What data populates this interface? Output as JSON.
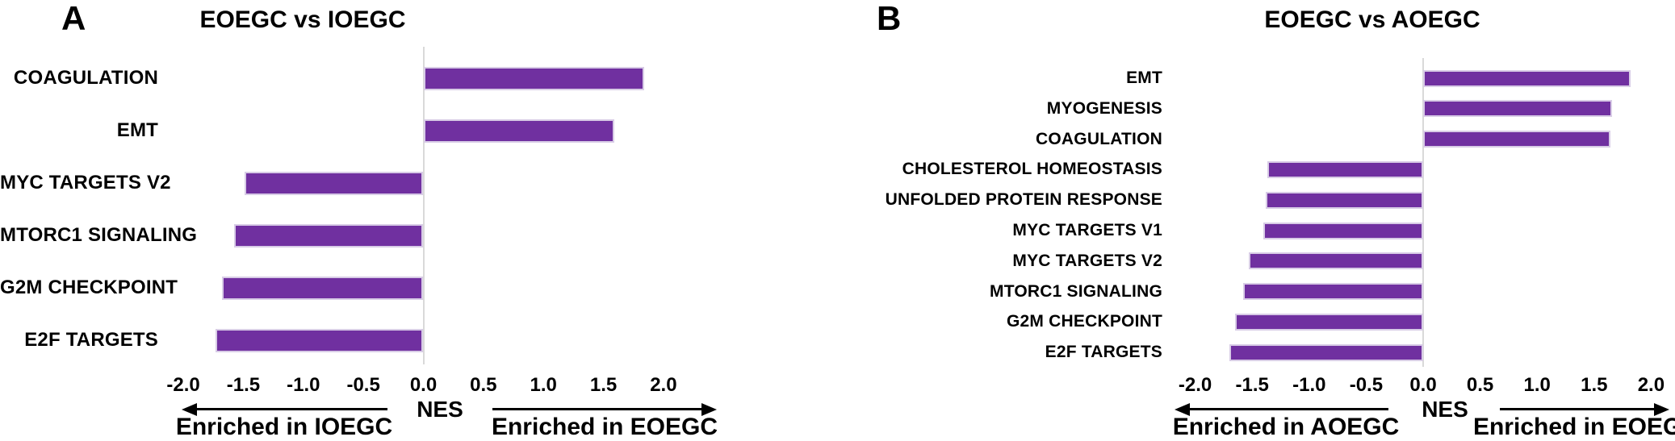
{
  "colors": {
    "bar": "#7030A0",
    "bar_border": "#D8CCE6",
    "axis_zero_line": "#D9D9D9",
    "arrow": "#000000",
    "text": "#000000"
  },
  "chart_data": [
    {
      "id": "A",
      "panel_letter": "A",
      "type": "bar",
      "orientation": "horizontal",
      "title": "EOEGC vs IOEGC",
      "value_name": "NES",
      "nes_label": "NES",
      "left_arrow_label": "Enriched in IOEGC",
      "right_arrow_label": "Enriched in EOEGC",
      "categories": [
        "COAGULATION",
        "EMT",
        "MYC TARGETS V2",
        "MTORC1 SIGNALING",
        "G2M CHECKPOINT",
        "E2F TARGETS"
      ],
      "values": [
        1.84,
        1.59,
        -1.49,
        -1.58,
        -1.68,
        -1.73
      ],
      "xlim": [
        -2.3,
        2.45
      ],
      "x_ticks": [
        -2.0,
        -1.5,
        -1.0,
        -0.5,
        0.0,
        0.5,
        1.0,
        1.5,
        2.0
      ],
      "x_tick_labels": [
        "-2.0",
        "-1.5",
        "-1.0",
        "-0.5",
        "0.0",
        "0.5",
        "1.0",
        "1.5",
        "2.0"
      ],
      "grid": false,
      "legend": "none"
    },
    {
      "id": "B",
      "panel_letter": "B",
      "type": "bar",
      "orientation": "horizontal",
      "title": "EOEGC vs AOEGC",
      "value_name": "NES",
      "nes_label": "NES",
      "left_arrow_label": "Enriched in AOEGC",
      "right_arrow_label": "Enriched in EOEGC",
      "categories": [
        "EMT",
        "MYOGENESIS",
        "COAGULATION",
        "CHOLESTEROL HOMEOSTASIS",
        "UNFOLDED PROTEIN RESPONSE",
        "MYC TARGETS V1",
        "MYC TARGETS V2",
        "MTORC1 SIGNALING",
        "G2M CHECKPOINT",
        "E2F TARGETS"
      ],
      "values": [
        1.82,
        1.66,
        1.64,
        -1.37,
        -1.38,
        -1.4,
        -1.53,
        -1.58,
        -1.65,
        -1.7
      ],
      "xlim": [
        -2.3,
        2.2
      ],
      "x_ticks": [
        -2.0,
        -1.5,
        -1.0,
        -0.5,
        0.0,
        0.5,
        1.0,
        1.5,
        2.0
      ],
      "x_tick_labels": [
        "-2.0",
        "-1.5",
        "-1.0",
        "-0.5",
        "0.0",
        "0.5",
        "1.0",
        "1.5",
        "2.0"
      ],
      "grid": false,
      "legend": "none"
    }
  ]
}
